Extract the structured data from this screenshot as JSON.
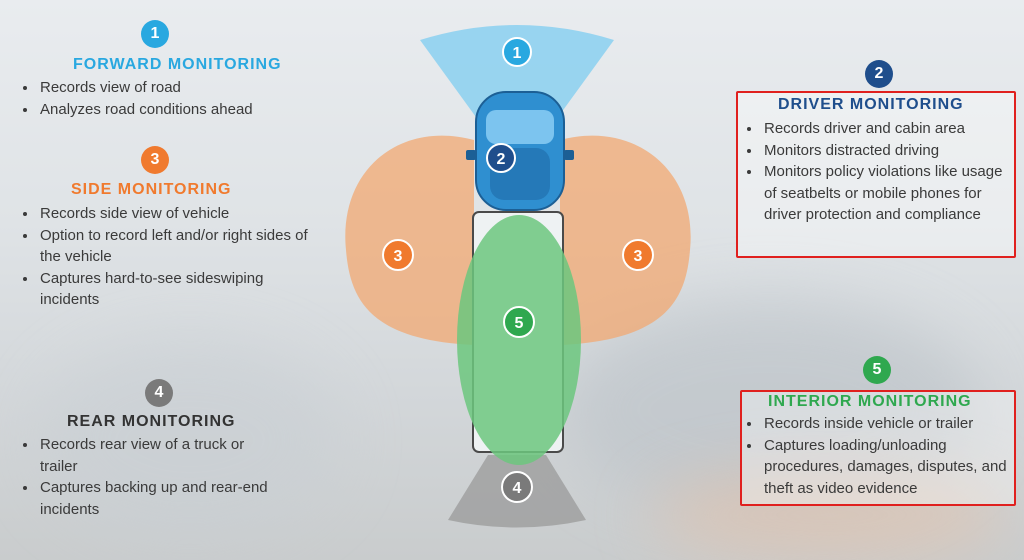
{
  "sections": {
    "forward": {
      "number": "1",
      "title": "FORWARD MONITORING",
      "bullets": [
        "Records view of road",
        "Analyzes road conditions ahead"
      ]
    },
    "side": {
      "number": "3",
      "title": "SIDE MONITORING",
      "bullets": [
        "Records side view of vehicle",
        "Option to record left and/or right sides of the vehicle",
        "Captures hard-to-see sideswiping incidents"
      ]
    },
    "rear": {
      "number": "4",
      "title": "REAR MONITORING",
      "bullets": [
        "Records rear view of a truck or trailer",
        "Captures backing up and rear-end incidents"
      ]
    },
    "driver": {
      "number": "2",
      "title": "DRIVER MONITORING",
      "bullets": [
        "Records driver and cabin area",
        "Monitors distracted driving",
        "Monitors policy violations like usage of seatbelts or mobile phones for driver protection and compliance"
      ]
    },
    "interior": {
      "number": "5",
      "title": "INTERIOR MONITORING",
      "bullets": [
        "Records inside vehicle or trailer",
        "Captures loading/unloading procedures, damages, disputes, and theft as video evidence"
      ]
    }
  },
  "diagram": {
    "zone_labels": {
      "forward": "1",
      "driver": "2",
      "side_left": "3",
      "side_right": "3",
      "interior": "5",
      "rear": "4"
    }
  },
  "colors": {
    "forward": "#29a8e0",
    "driver": "#1f4e8c",
    "side": "#f07a2e",
    "interior": "#2fa84f",
    "rear": "#777777",
    "highlight_border": "#e0201e"
  }
}
